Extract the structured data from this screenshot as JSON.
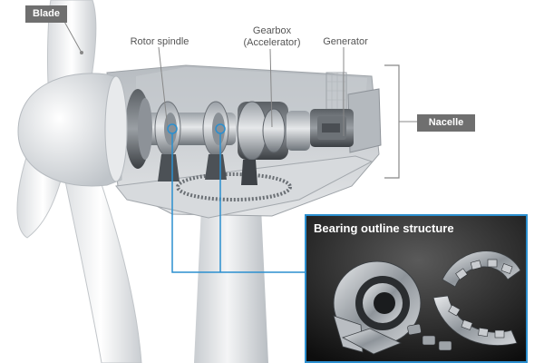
{
  "labels": {
    "blade": "Blade",
    "rotor_spindle": "Rotor spindle",
    "gearbox_line1": "Gearbox",
    "gearbox_line2": "(Accelerator)",
    "generator": "Generator",
    "nacelle": "Nacelle",
    "bearing_title": "Bearing outline structure"
  },
  "colors": {
    "callout_line": "#2b8fcf",
    "tag_bg": "#6f6f6f",
    "leader": "#888888"
  }
}
